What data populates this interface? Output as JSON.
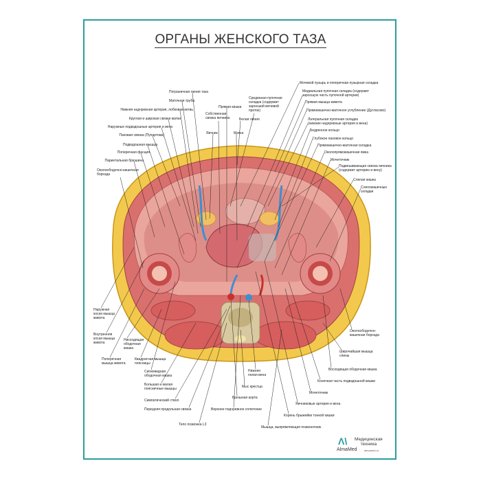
{
  "title": "ОРГАНЫ ЖЕНСКОГО ТАЗА",
  "labels": [
    "Пограничная линия таза",
    "Маточная труба",
    "Нижняя надчревная артерия, лобковая ветвь",
    "Круглая и широкая связки матки",
    "Наружные подвздошные артерия и вена",
    "Паховая связка (Пупартова)",
    "Подвздошная мышца",
    "Поперечная фасция",
    "Париетальная брюшина",
    "Околоободочно-кишечная\nборозда",
    "Собственная\nсвязка яичника",
    "Прямая кишка",
    "Яичник",
    "Белая линия",
    "Матка",
    "Срединная пупочная\nскладка (содержит\nзаросший мочевой\nпроток)",
    "Мочевой пузырь и поперечная пузырная складка",
    "Медиальная пупочная складка (содержит\nзаросшую часть пупочной артерии)",
    "Прямая мышца живота",
    "Прямокишечно-маточное углубление (Дугласово)",
    "Латеральная пупочная складка\n(нижние надчревные артерия и вена)",
    "Бедренное кольцо",
    "Глубокое паховое кольцо",
    "Прямокишечно-маточная складка",
    "Околопрямокишечная ямка",
    "Мочеточник",
    "Подвешивающая связка яичника\n(содержит артерию и вену)",
    "Слепая кишка",
    "Слепокишечные\nскладки",
    "Наружная\nкосая мышца\nживота",
    "Внутренняя\nкосая мышца\nживота",
    "Нисходящая\nободочная\nкишка",
    "Поперечная\nмышца живота",
    "Квадратная мышца\nпоясницы",
    "Сигмовидная\nободочная кишка",
    "Большая и малая\nпоясничные мышцы",
    "Симпатический ствол",
    "Передняя продольная связка",
    "Тело позвонка L3",
    "Верхнее подчревное сплетение",
    "Брюшная аорта",
    "Мыс крестца",
    "Нижняя\nполая вена",
    "Мышца, выпрямляющая позвоночник",
    "Корень брыжейки тонкой кишки",
    "Яичниковые артерия и вена",
    "Мочеточник",
    "Конечная часть подвздошной кишки",
    "Восходящая ободочная кишка",
    "Широчайшая мышца\nспины",
    "Околоободочно-\nкишечная борозда"
  ],
  "logo": {
    "brand": "AlmaMed",
    "tagline": "Медицинская\nтехника",
    "url": "almamed.ru"
  },
  "colors": {
    "frame": "#2a9d9a",
    "fat": "#f2c94c",
    "muscle": "#d9706e",
    "vein": "#3f8fd0",
    "artery": "#c8302c"
  }
}
